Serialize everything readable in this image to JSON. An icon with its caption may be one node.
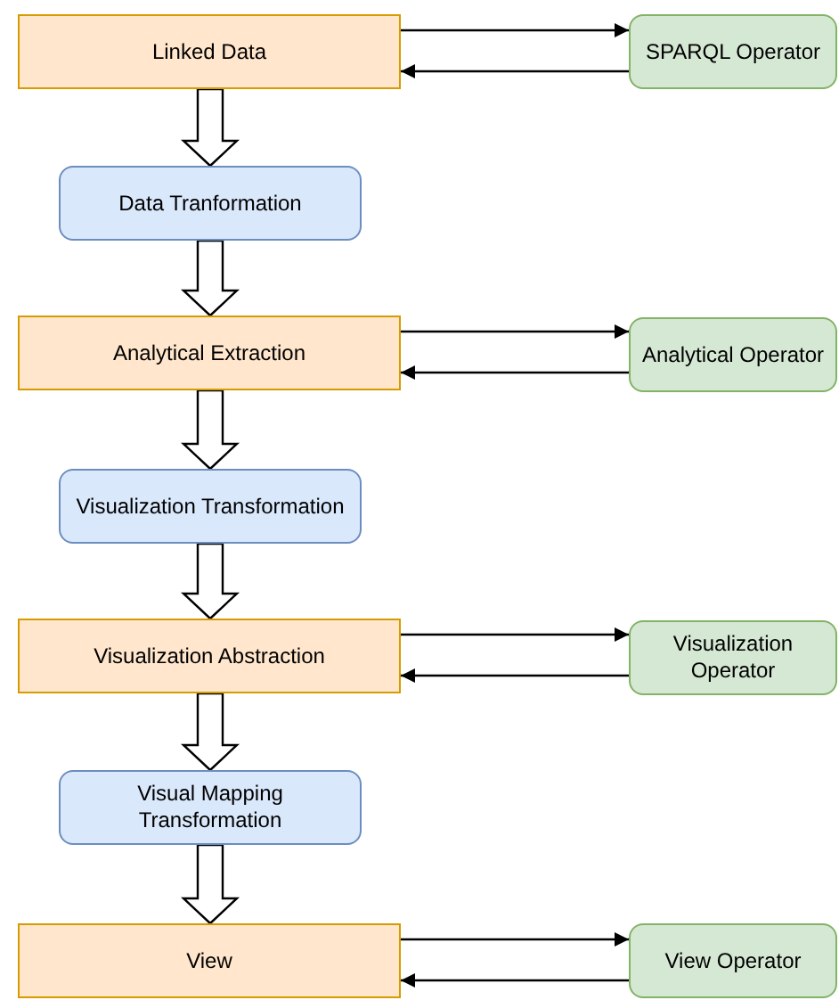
{
  "diagram": {
    "nodes": [
      {
        "text": [
          "Linked Data"
        ]
      },
      {
        "text": [
          "SPARQL Operator"
        ]
      },
      {
        "text": [
          "Data Tranformation"
        ]
      },
      {
        "text": [
          "Analytical Extraction"
        ]
      },
      {
        "text": [
          "Analytical Operator"
        ]
      },
      {
        "text": [
          "Visualization Transformation"
        ]
      },
      {
        "text": [
          "Visualization Abstraction"
        ]
      },
      {
        "text": [
          "Visualization Operator"
        ]
      },
      {
        "text": [
          "Visual Mapping Transformation"
        ]
      },
      {
        "text": [
          "View"
        ]
      },
      {
        "text": [
          "View Operator"
        ]
      }
    ],
    "edges": [
      {
        "from": 0,
        "to": 1,
        "arrow": "to"
      },
      {
        "from": 1,
        "to": 0,
        "arrow": "to"
      },
      {
        "from": 0,
        "to": 2,
        "arrow": "to",
        "style": "thick"
      },
      {
        "from": 2,
        "to": 3,
        "arrow": "to",
        "style": "thick"
      },
      {
        "from": 3,
        "to": 4,
        "arrow": "to"
      },
      {
        "from": 4,
        "to": 3,
        "arrow": "to"
      },
      {
        "from": 3,
        "to": 5,
        "arrow": "to",
        "style": "thick"
      },
      {
        "from": 5,
        "to": 6,
        "arrow": "to",
        "style": "thick"
      },
      {
        "from": 6,
        "to": 7,
        "arrow": "to"
      },
      {
        "from": 7,
        "to": 6,
        "arrow": "to"
      },
      {
        "from": 6,
        "to": 8,
        "arrow": "to",
        "style": "thick"
      },
      {
        "from": 8,
        "to": 9,
        "arrow": "to",
        "style": "thick"
      },
      {
        "from": 9,
        "to": 10,
        "arrow": "to"
      },
      {
        "from": 10,
        "to": 9,
        "arrow": "to"
      }
    ]
  }
}
